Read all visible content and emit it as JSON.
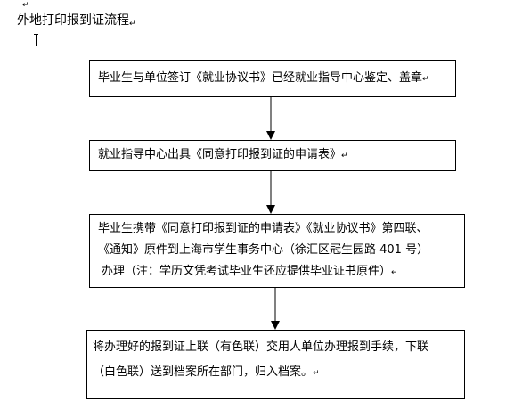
{
  "doc": {
    "paragraph_mark": "↵",
    "title": "外地打印报到证流程",
    "steps": [
      {
        "lines": [
          "毕业生与单位签订《就业协议书》已经就业指导中心鉴定、盖章"
        ]
      },
      {
        "lines": [
          "就业指导中心出具《同意打印报到证的申请表》"
        ]
      },
      {
        "lines": [
          "毕业生携带《同意打印报到证的申请表》《就业协议书》第四联、",
          "《通知》原件到上海市学生事务中心（徐汇区冠生园路 401 号）",
          "办理（注：学历文凭考试毕业生还应提供毕业证书原件）"
        ]
      },
      {
        "lines": [
          "将办理好的报到证上联（有色联）交用人单位办理报到手续，下联",
          "（白色联）送到档案所在部门，归入档案。"
        ]
      }
    ]
  }
}
